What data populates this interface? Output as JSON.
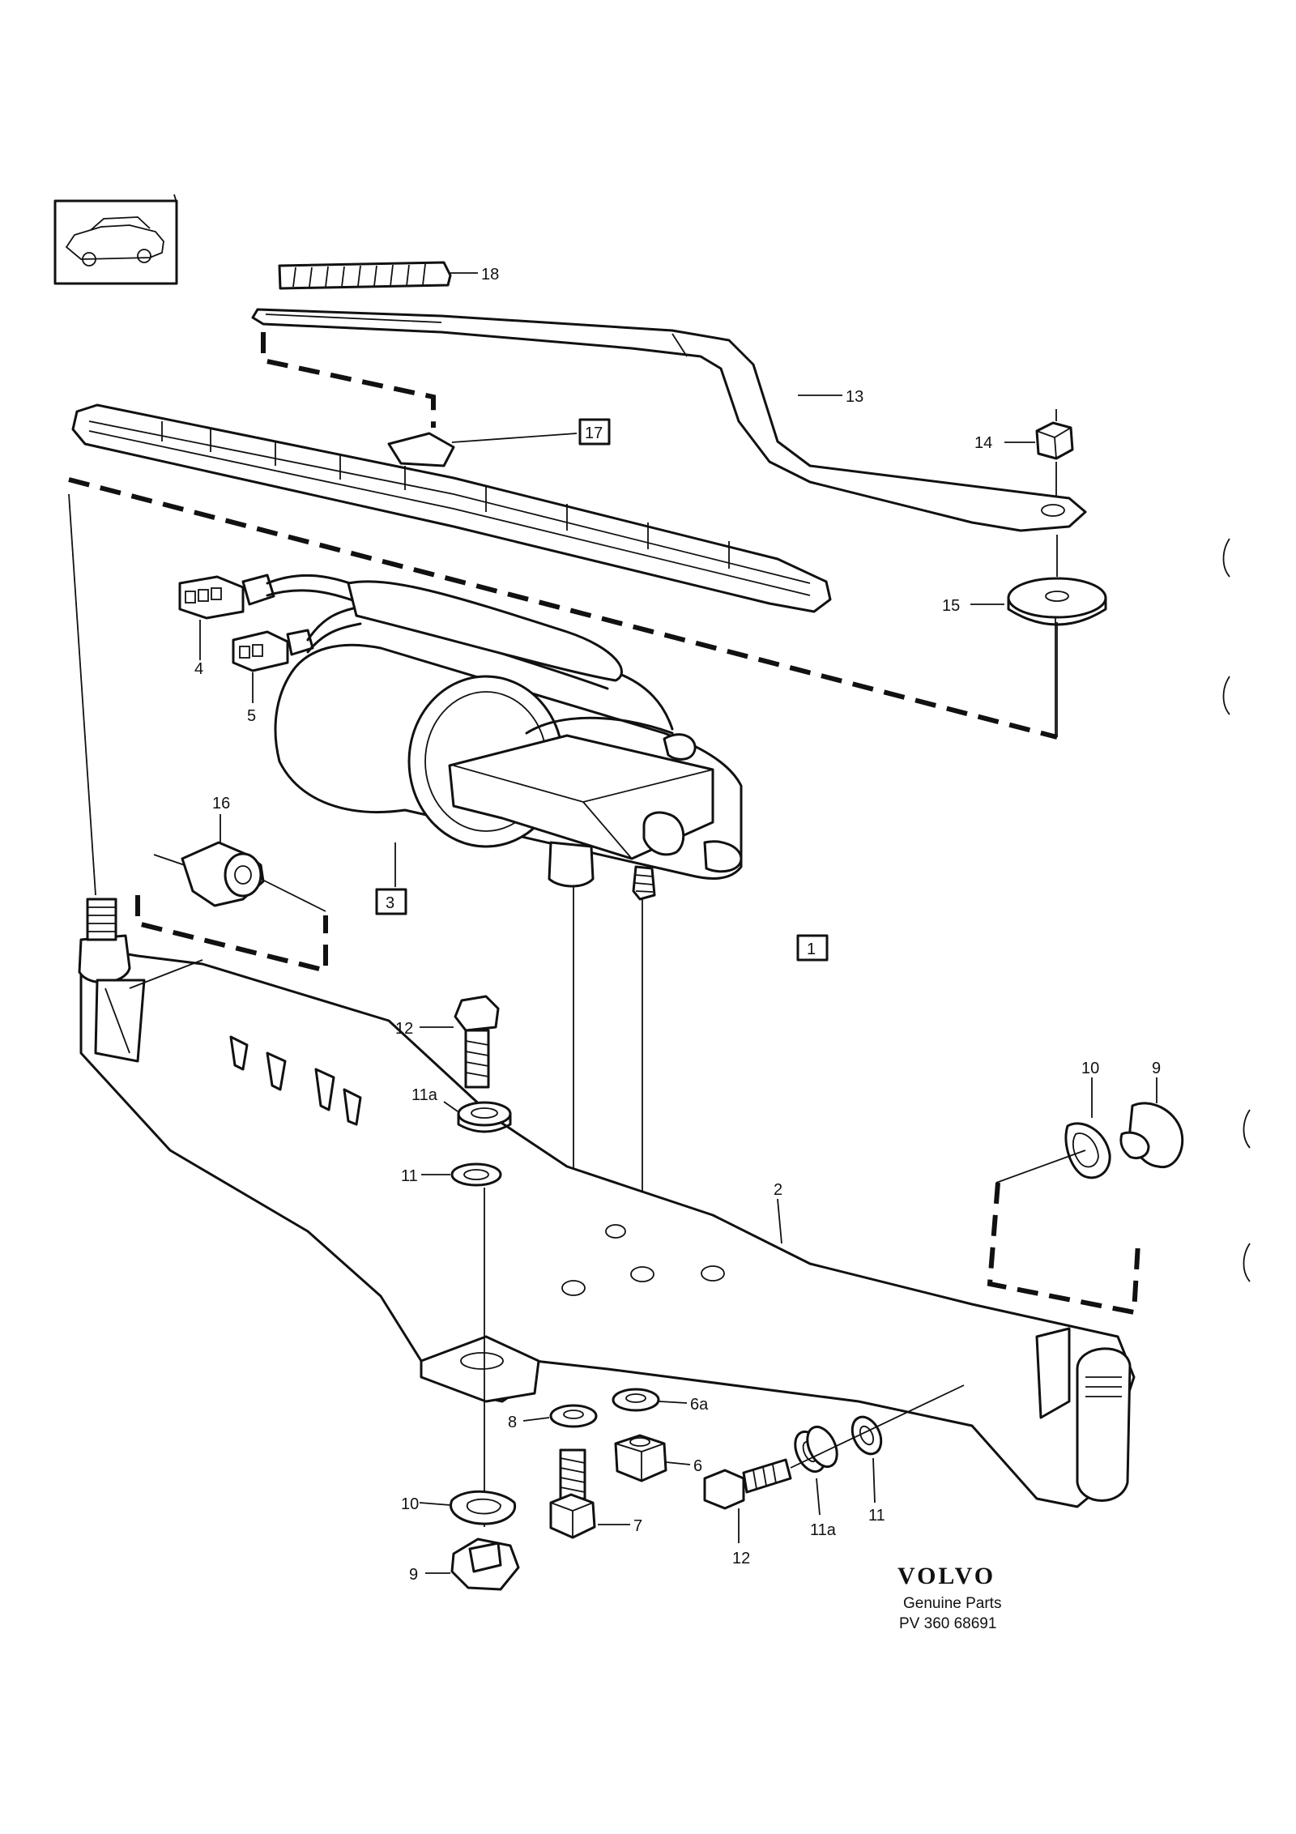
{
  "callouts": {
    "c1": "1",
    "c2": "2",
    "c3": "3",
    "c4": "4",
    "c5": "5",
    "c6": "6",
    "c6a": "6a",
    "c7": "7",
    "c8": "8",
    "c9_right": "9",
    "c9_bottom": "9",
    "c10_right": "10",
    "c10_bottom": "10",
    "c11_left": "11",
    "c11_bottom": "11",
    "c11a_left": "11a",
    "c11a_bottom": "11a",
    "c12_left": "12",
    "c12_bottom": "12",
    "c13": "13",
    "c14": "14",
    "c15": "15",
    "c16": "16",
    "c17": "17",
    "c18": "18"
  },
  "footer": {
    "brand": "VOLVO",
    "subtitle": "Genuine Parts",
    "code": "PV 360 68691"
  },
  "icons": {
    "car_thumbnail": "car-thumbnail-icon"
  }
}
